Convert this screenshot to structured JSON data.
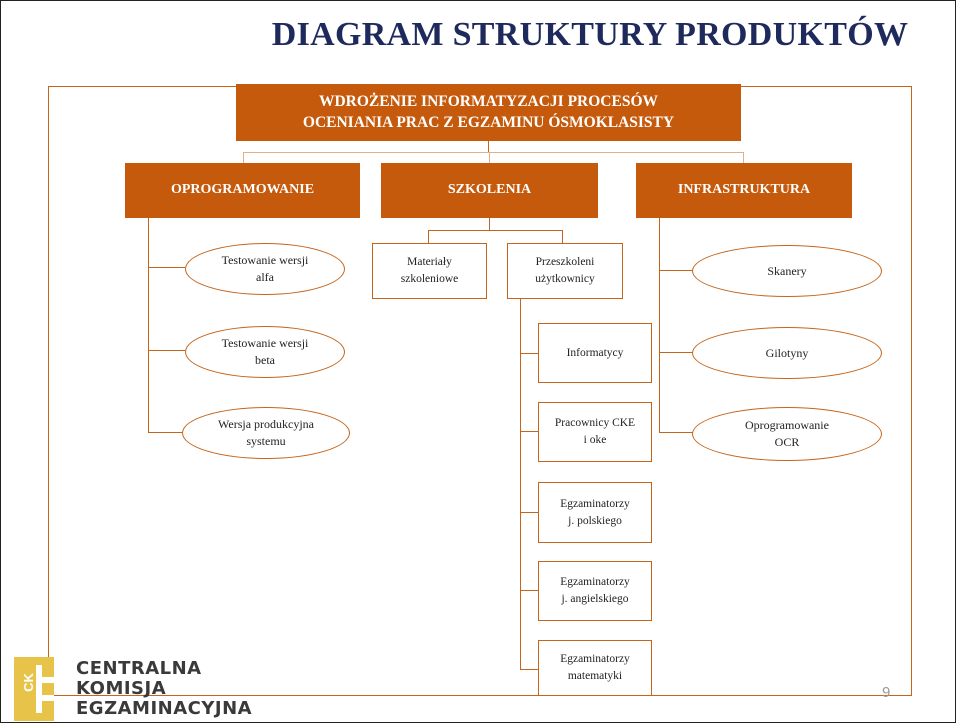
{
  "title": "DIAGRAM STRUKTURY PRODUKTÓW",
  "root": {
    "line1": "WDROŻENIE INFORMATYZACJI PROCESÓW",
    "line2": "OCENIANIA PRAC  Z EGZAMINU ÓSMOKLASISTY"
  },
  "categories": {
    "software": {
      "label": "OPROGRAMOWANIE",
      "items": [
        {
          "line1": "Testowanie wersji",
          "line2": "alfa"
        },
        {
          "line1": "Testowanie wersji",
          "line2": "beta"
        },
        {
          "line1": "Wersja produkcyjna",
          "line2": "systemu"
        }
      ]
    },
    "training": {
      "label": "SZKOLENIA",
      "materials": {
        "line1": "Materiały",
        "line2": "szkoleniowe"
      },
      "trained": {
        "line1": "Przeszkoleni",
        "line2": "użytkownicy"
      },
      "groups": [
        {
          "line1": "Informatycy",
          "line2": ""
        },
        {
          "line1": "Pracownicy CKE",
          "line2": "i oke"
        },
        {
          "line1": "Egzaminatorzy",
          "line2": "j. polskiego"
        },
        {
          "line1": "Egzaminatorzy",
          "line2": "j. angielskiego"
        },
        {
          "line1": "Egzaminatorzy",
          "line2": "matematyki"
        }
      ]
    },
    "infrastructure": {
      "label": "INFRASTRUKTURA",
      "items": [
        {
          "line1": "Skanery",
          "line2": ""
        },
        {
          "line1": "Gilotyny",
          "line2": ""
        },
        {
          "line1": "Oprogramowanie",
          "line2": "OCR"
        }
      ]
    }
  },
  "logo": {
    "mark": "CK",
    "line1": "CENTRALNA",
    "line2": "KOMISJA",
    "line3": "EGZAMINACYJNA"
  },
  "page_number": "9",
  "colors": {
    "accent": "#c55a0c",
    "title": "#1f2a5c",
    "logo_yellow": "#e8c34a"
  }
}
